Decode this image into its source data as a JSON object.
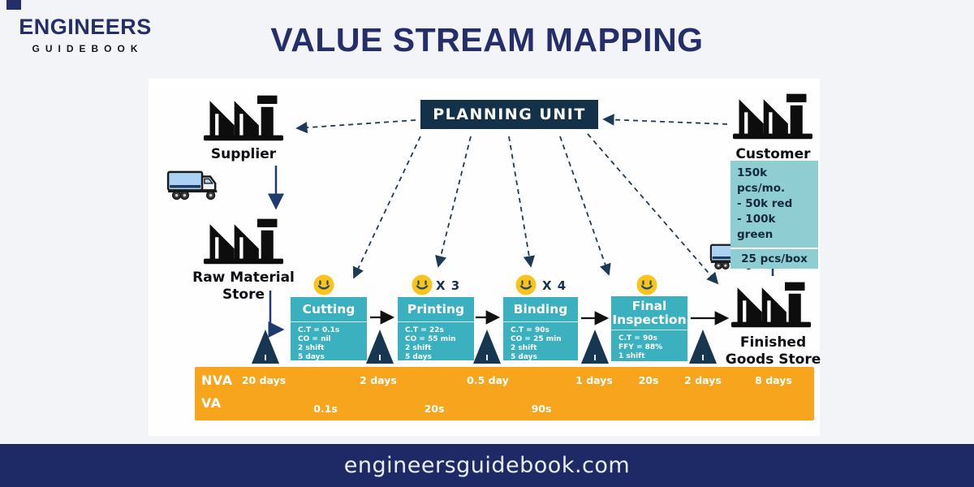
{
  "brand": {
    "line1": "ENGINEERS",
    "line2": "GUIDEBOOK"
  },
  "title": "VALUE STREAM MAPPING",
  "footer": {
    "url": "engineersguidebook.com"
  },
  "colors": {
    "navy": "#252e6b",
    "planning_box": "#133249",
    "process_teal": "#3bb0bf",
    "customer_info_teal": "#8ecdd2",
    "timeline_orange": "#f7a51c",
    "smiley_yellow": "#fbc41b",
    "inventory_navy": "#17364f",
    "truck_blue": "#abd2f5"
  },
  "diagram": {
    "planning_unit": "PLANNING UNIT",
    "supplier_label": "Supplier",
    "raw_material_line1": "Raw Material",
    "raw_material_line2": "Store",
    "customer_label": "Customer",
    "finished_goods_line1": "Finished",
    "finished_goods_line2": "Goods Store",
    "customer_demand": {
      "line1": "150k pcs/mo.",
      "line2": "- 50k red",
      "line3": "- 100k green",
      "pack": "25 pcs/box"
    },
    "processes": [
      {
        "name": "Cutting",
        "multiplier": "",
        "details": [
          "C.T = 0.1s",
          "CO = nil",
          "2 shift",
          "5 days"
        ]
      },
      {
        "name": "Printing",
        "multiplier": "X 3",
        "details": [
          "C.T = 22s",
          "CO = 55 min",
          "2 shift",
          "5 days"
        ]
      },
      {
        "name": "Binding",
        "multiplier": "X 4",
        "details": [
          "C.T = 90s",
          "CO = 25 min",
          "2 shift",
          "5 days"
        ]
      },
      {
        "name": "Final Inspection",
        "multiplier": "",
        "details": [
          "C.T = 90s",
          "FFY = 88%",
          "1 shift"
        ]
      }
    ],
    "inventory_symbol": "I",
    "timeline": {
      "nva_label": "NVA",
      "va_label": "VA",
      "nva_values": [
        "20 days",
        "2 days",
        "0.5 day",
        "1 days",
        "20s",
        "2 days",
        "8 days"
      ],
      "va_values": [
        "0.1s",
        "20s",
        "90s"
      ]
    }
  }
}
